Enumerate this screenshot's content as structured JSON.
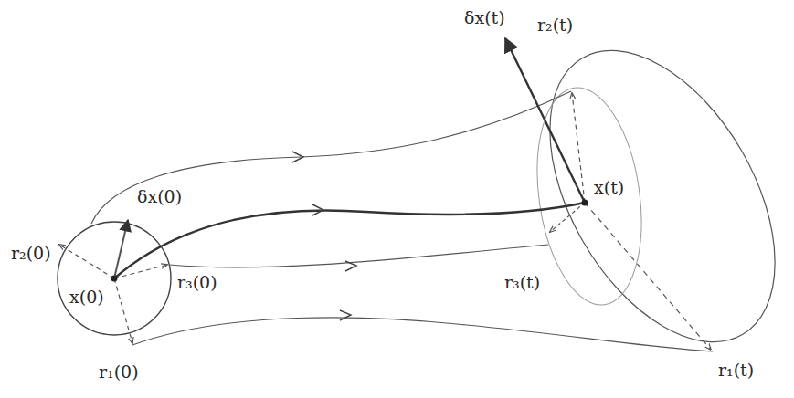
{
  "diagram": {
    "labels": [
      "δx(t)",
      "r₂(t)",
      "x(t)",
      "r₃(t)",
      "r₁(t)",
      "δx(0)",
      "r₂(0)",
      "x(0)",
      "r₃(0)",
      "r₁(0)"
    ]
  }
}
